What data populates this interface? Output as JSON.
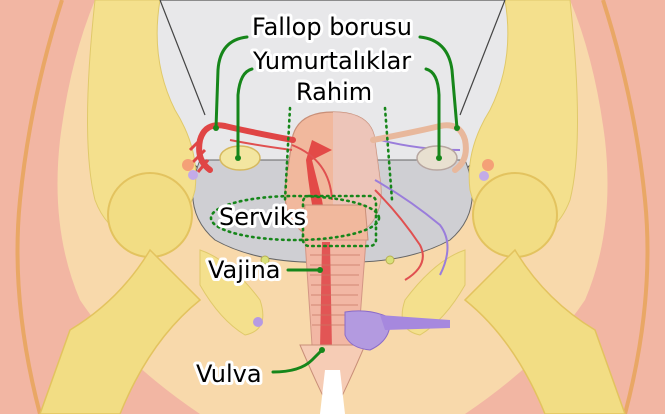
{
  "labels": {
    "fallopian_tube": "Fallop borusu",
    "ovaries": "Yumurtalıklar",
    "uterus": "Rahim",
    "cervix": "Serviks",
    "vagina": "Vajina",
    "vulva": "Vulva"
  },
  "colors": {
    "skin": "#f7dcb0",
    "muscle": "#f2b9a6",
    "bone": "#f5e38f",
    "pelvic_cavity": "#e9e9ea",
    "uterus_wall": "#f0b79c",
    "uterus_inner": "#e04545",
    "vessels_blue": "#9a7ddb",
    "leader_green": "#16861a"
  },
  "icons": [
    "ovary-shape",
    "fallopian-tube-shape",
    "uterus-shape",
    "bladder-shape",
    "femur-head-shape"
  ]
}
